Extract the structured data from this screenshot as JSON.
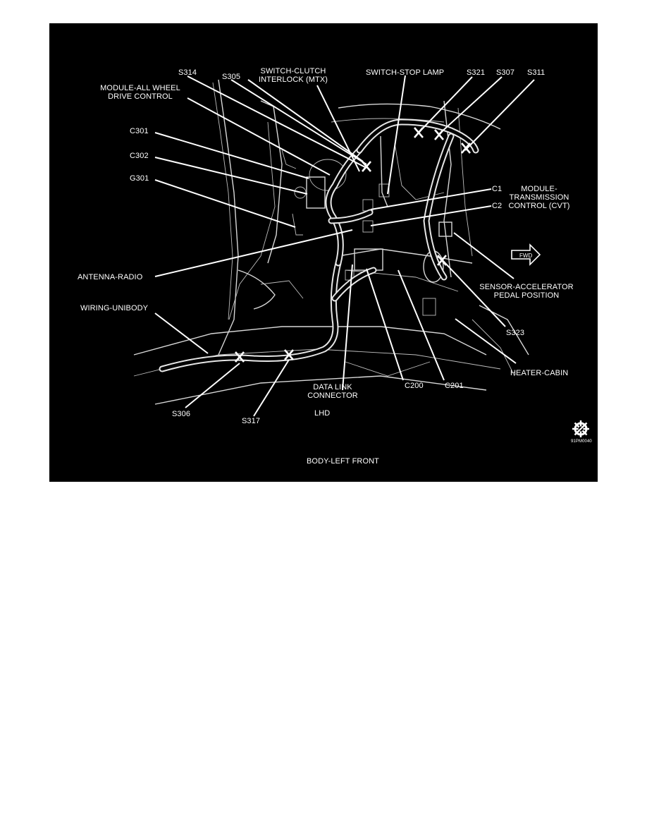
{
  "diagram": {
    "title": "BODY-LEFT FRONT",
    "variant": "LHD",
    "figure_code": "91PM0040",
    "logo_icon": "gear-logo-icon",
    "colors": {
      "background": "#000000",
      "foreground": "#ffffff"
    },
    "labels": {
      "s314": "S314",
      "s305": "S305",
      "switch_clutch": [
        "SWITCH-CLUTCH",
        "INTERLOCK (MTX)"
      ],
      "switch_stop_lamp": "SWITCH-STOP LAMP",
      "s321": "S321",
      "s307": "S307",
      "s311": "S311",
      "module_awd": [
        "MODULE-ALL WHEEL",
        "DRIVE CONTROL"
      ],
      "c301": "C301",
      "c302": "C302",
      "g301": "G301",
      "c1": "C1",
      "c2": "C2",
      "module_transmission": [
        "MODULE-",
        "TRANSMISSION",
        "CONTROL (CVT)"
      ],
      "antenna_radio": "ANTENNA-RADIO",
      "sensor_accelerator": [
        "SENSOR-ACCELERATOR",
        "PEDAL POSITION"
      ],
      "wiring_unibody": "WIRING-UNIBODY",
      "s323": "S323",
      "heater_cabin": "HEATER-CABIN",
      "data_link": [
        "DATA LINK",
        "CONNECTOR"
      ],
      "c200": "C200",
      "c201": "C201",
      "s306": "S306",
      "s317": "S317",
      "fwd_arrow": "FWD"
    }
  }
}
